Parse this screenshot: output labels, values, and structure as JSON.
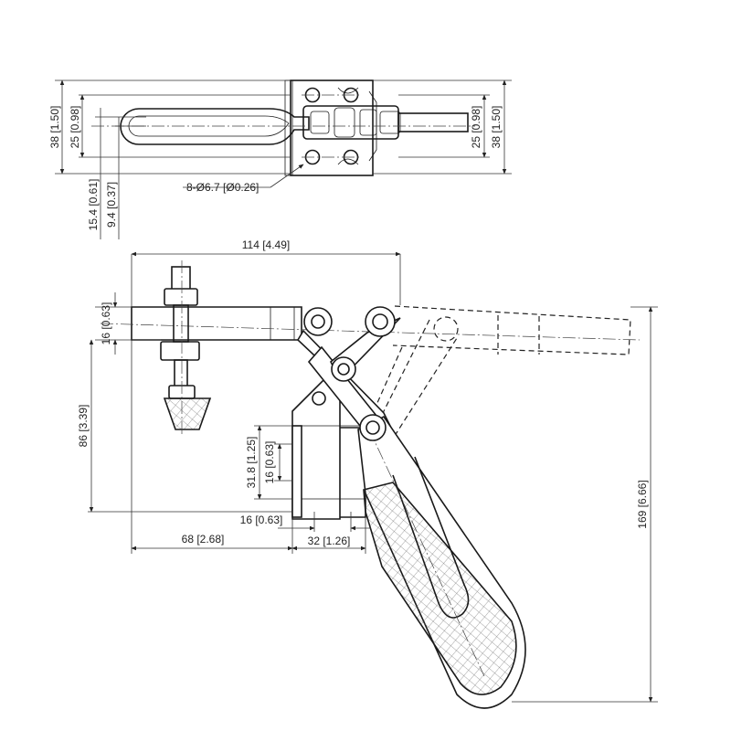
{
  "top_view": {
    "dim_overall_height_left": "38 [1.50]",
    "dim_arm_height_left": "25 [0.98]",
    "dim_overall_height_right": "38 [1.50]",
    "dim_arm_height_right": "25 [0.98]",
    "dim_spindle_offset_1": "15.4 [0.61]",
    "dim_spindle_offset_2": "9.4 [0.37]",
    "dim_mount_holes": "8-Ø6.7 [Ø0.26]"
  },
  "side_view": {
    "dim_arm_reach": "114 [4.49]",
    "dim_arm_thickness": "16 [0.63]",
    "dim_arm_height": "86 [3.39]",
    "dim_base_height": "31.8 [1.25]",
    "dim_base_hole_height": "16 [0.63]",
    "dim_base_hole_offset": "16 [0.63]",
    "dim_base_hole_spacing": "32 [1.26]",
    "dim_spindle_to_base": "68 [2.68]",
    "dim_overall_height": "169 [6.66]"
  }
}
